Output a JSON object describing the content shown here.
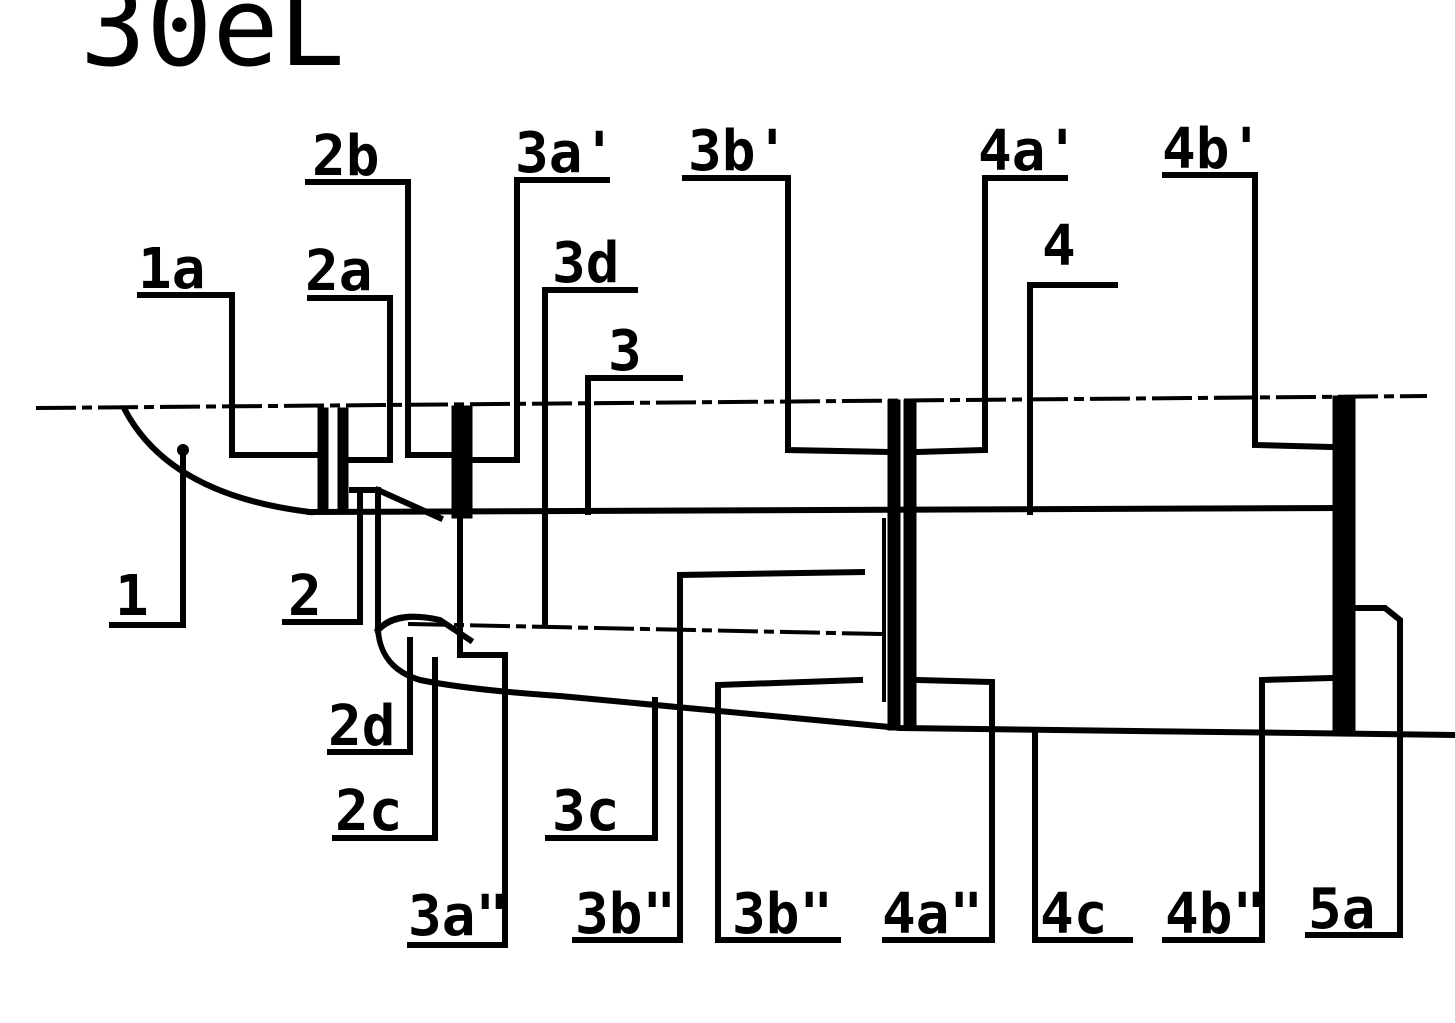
{
  "figure": {
    "caption": "30eL",
    "colors": {
      "ink": "#000000",
      "paper": "#ffffff"
    }
  },
  "labels": {
    "l_1a": "1a",
    "l_1": "1",
    "l_2a": "2a",
    "l_2b": "2b",
    "l_2": "2",
    "l_2d": "2d",
    "l_2c": "2c",
    "l_3a_top": "3a'",
    "l_3d": "3d",
    "l_3": "3",
    "l_3b_top": "3b'",
    "l_3c": "3c",
    "l_3a_bot": "3a\"",
    "l_3b_bot1": "3b\"",
    "l_3b_bot2": "3b\"",
    "l_4a_top": "4a'",
    "l_4b_top": "4b'",
    "l_4": "4",
    "l_4a_bot": "4a\"",
    "l_4c": "4c",
    "l_4b_bot": "4b\"",
    "l_5a": "5a"
  }
}
